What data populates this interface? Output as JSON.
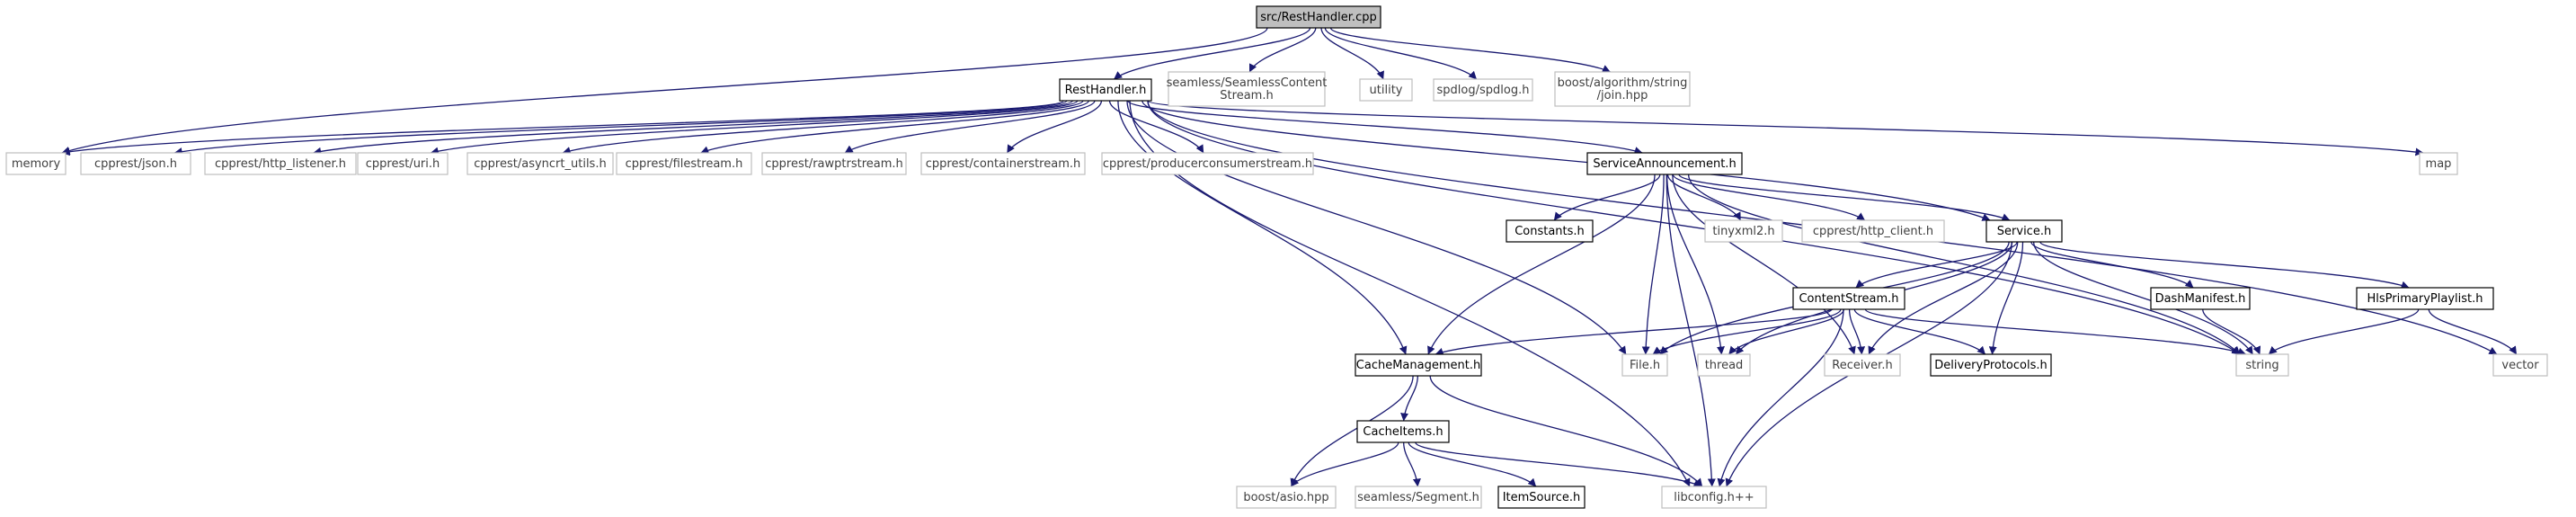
{
  "colors": {
    "edge": "#191970",
    "root_fill": "#bfbfbf",
    "documented_border": "#000000",
    "external_border": "#bfbfbf",
    "external_text": "#404040",
    "documented_text": "#000000"
  },
  "nodes": [
    {
      "id": "root",
      "label": "src/RestHandler.cpp",
      "kind": "root"
    },
    {
      "id": "resthandler_h",
      "label": "RestHandler.h",
      "kind": "documented"
    },
    {
      "id": "seamlesscontentstream_h",
      "label": "seamless/SeamlessContent",
      "label2": "Stream.h",
      "kind": "external"
    },
    {
      "id": "utility",
      "label": "utility",
      "kind": "external"
    },
    {
      "id": "spdlog_h",
      "label": "spdlog/spdlog.h",
      "kind": "external"
    },
    {
      "id": "boost_join",
      "label": "boost/algorithm/string",
      "label2": "/join.hpp",
      "kind": "external"
    },
    {
      "id": "memory",
      "label": "memory",
      "kind": "external"
    },
    {
      "id": "cpprest_json",
      "label": "cpprest/json.h",
      "kind": "external"
    },
    {
      "id": "cpprest_http_listener",
      "label": "cpprest/http_listener.h",
      "kind": "external"
    },
    {
      "id": "cpprest_uri",
      "label": "cpprest/uri.h",
      "kind": "external"
    },
    {
      "id": "cpprest_asyncrt",
      "label": "cpprest/asyncrt_utils.h",
      "kind": "external"
    },
    {
      "id": "cpprest_filestream",
      "label": "cpprest/filestream.h",
      "kind": "external"
    },
    {
      "id": "cpprest_rawptrstream",
      "label": "cpprest/rawptrstream.h",
      "kind": "external"
    },
    {
      "id": "cpprest_containerstream",
      "label": "cpprest/containerstream.h",
      "kind": "external"
    },
    {
      "id": "cpprest_producerconsumer",
      "label": "cpprest/producerconsumerstream.h",
      "kind": "external"
    },
    {
      "id": "serviceannouncement_h",
      "label": "ServiceAnnouncement.h",
      "kind": "documented"
    },
    {
      "id": "map",
      "label": "map",
      "kind": "external"
    },
    {
      "id": "constants_h",
      "label": "Constants.h",
      "kind": "documented"
    },
    {
      "id": "tinyxml2_h",
      "label": "tinyxml2.h",
      "kind": "external"
    },
    {
      "id": "cpprest_http_client",
      "label": "cpprest/http_client.h",
      "kind": "external"
    },
    {
      "id": "service_h",
      "label": "Service.h",
      "kind": "documented"
    },
    {
      "id": "contentstream_h",
      "label": "ContentStream.h",
      "kind": "documented"
    },
    {
      "id": "dashmanifest_h",
      "label": "DashManifest.h",
      "kind": "documented"
    },
    {
      "id": "hlsprimaryplaylist_h",
      "label": "HlsPrimaryPlaylist.h",
      "kind": "documented"
    },
    {
      "id": "cachemanagement_h",
      "label": "CacheManagement.h",
      "kind": "documented"
    },
    {
      "id": "file_h",
      "label": "File.h",
      "kind": "external"
    },
    {
      "id": "thread",
      "label": "thread",
      "kind": "external"
    },
    {
      "id": "receiver_h",
      "label": "Receiver.h",
      "kind": "external"
    },
    {
      "id": "deliveryprotocols_h",
      "label": "DeliveryProtocols.h",
      "kind": "documented"
    },
    {
      "id": "string",
      "label": "string",
      "kind": "external"
    },
    {
      "id": "vector",
      "label": "vector",
      "kind": "external"
    },
    {
      "id": "cacheitems_h",
      "label": "CacheItems.h",
      "kind": "documented"
    },
    {
      "id": "boost_asio",
      "label": "boost/asio.hpp",
      "kind": "external"
    },
    {
      "id": "seamless_segment",
      "label": "seamless/Segment.h",
      "kind": "external"
    },
    {
      "id": "itemsource_h",
      "label": "ItemSource.h",
      "kind": "documented"
    },
    {
      "id": "libconfig",
      "label": "libconfig.h++",
      "kind": "external"
    }
  ],
  "edges": [
    [
      "root",
      "resthandler_h"
    ],
    [
      "root",
      "seamlesscontentstream_h"
    ],
    [
      "root",
      "utility"
    ],
    [
      "root",
      "spdlog_h"
    ],
    [
      "root",
      "boost_join"
    ],
    [
      "root",
      "memory"
    ],
    [
      "resthandler_h",
      "memory"
    ],
    [
      "resthandler_h",
      "cpprest_json"
    ],
    [
      "resthandler_h",
      "cpprest_http_listener"
    ],
    [
      "resthandler_h",
      "cpprest_uri"
    ],
    [
      "resthandler_h",
      "cpprest_asyncrt"
    ],
    [
      "resthandler_h",
      "cpprest_filestream"
    ],
    [
      "resthandler_h",
      "cpprest_rawptrstream"
    ],
    [
      "resthandler_h",
      "cpprest_containerstream"
    ],
    [
      "resthandler_h",
      "cpprest_producerconsumer"
    ],
    [
      "resthandler_h",
      "serviceannouncement_h"
    ],
    [
      "resthandler_h",
      "map"
    ],
    [
      "resthandler_h",
      "service_h"
    ],
    [
      "resthandler_h",
      "cachemanagement_h"
    ],
    [
      "resthandler_h",
      "file_h"
    ],
    [
      "resthandler_h",
      "string"
    ],
    [
      "resthandler_h",
      "vector"
    ],
    [
      "resthandler_h",
      "libconfig"
    ],
    [
      "serviceannouncement_h",
      "constants_h"
    ],
    [
      "serviceannouncement_h",
      "tinyxml2_h"
    ],
    [
      "serviceannouncement_h",
      "cpprest_http_client"
    ],
    [
      "serviceannouncement_h",
      "service_h"
    ],
    [
      "serviceannouncement_h",
      "cachemanagement_h"
    ],
    [
      "serviceannouncement_h",
      "file_h"
    ],
    [
      "serviceannouncement_h",
      "thread"
    ],
    [
      "serviceannouncement_h",
      "receiver_h"
    ],
    [
      "serviceannouncement_h",
      "string"
    ],
    [
      "serviceannouncement_h",
      "libconfig"
    ],
    [
      "service_h",
      "contentstream_h"
    ],
    [
      "service_h",
      "dashmanifest_h"
    ],
    [
      "service_h",
      "hlsprimaryplaylist_h"
    ],
    [
      "service_h",
      "file_h"
    ],
    [
      "service_h",
      "thread"
    ],
    [
      "service_h",
      "receiver_h"
    ],
    [
      "service_h",
      "deliveryprotocols_h"
    ],
    [
      "service_h",
      "string"
    ],
    [
      "service_h",
      "libconfig"
    ],
    [
      "contentstream_h",
      "cachemanagement_h"
    ],
    [
      "contentstream_h",
      "file_h"
    ],
    [
      "contentstream_h",
      "thread"
    ],
    [
      "contentstream_h",
      "receiver_h"
    ],
    [
      "contentstream_h",
      "deliveryprotocols_h"
    ],
    [
      "contentstream_h",
      "string"
    ],
    [
      "contentstream_h",
      "libconfig"
    ],
    [
      "dashmanifest_h",
      "string"
    ],
    [
      "hlsprimaryplaylist_h",
      "string"
    ],
    [
      "hlsprimaryplaylist_h",
      "vector"
    ],
    [
      "cachemanagement_h",
      "cacheitems_h"
    ],
    [
      "cachemanagement_h",
      "boost_asio"
    ],
    [
      "cachemanagement_h",
      "libconfig"
    ],
    [
      "cacheitems_h",
      "boost_asio"
    ],
    [
      "cacheitems_h",
      "seamless_segment"
    ],
    [
      "cacheitems_h",
      "itemsource_h"
    ],
    [
      "cacheitems_h",
      "libconfig"
    ]
  ]
}
